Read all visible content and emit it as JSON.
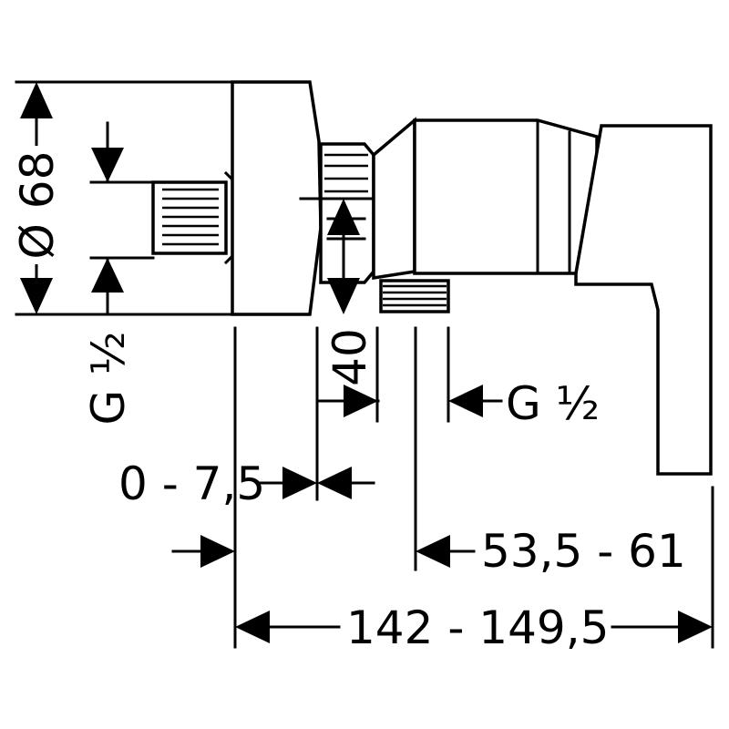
{
  "dimensions": {
    "diameter": "Ø 68",
    "inlet_thread": "G ½",
    "depth_40": "40",
    "adjust_range": "0 - 7,5",
    "outlet_thread": "G ½",
    "outlet_offset": "53,5 - 61",
    "total_length": "142 - 149,5"
  }
}
